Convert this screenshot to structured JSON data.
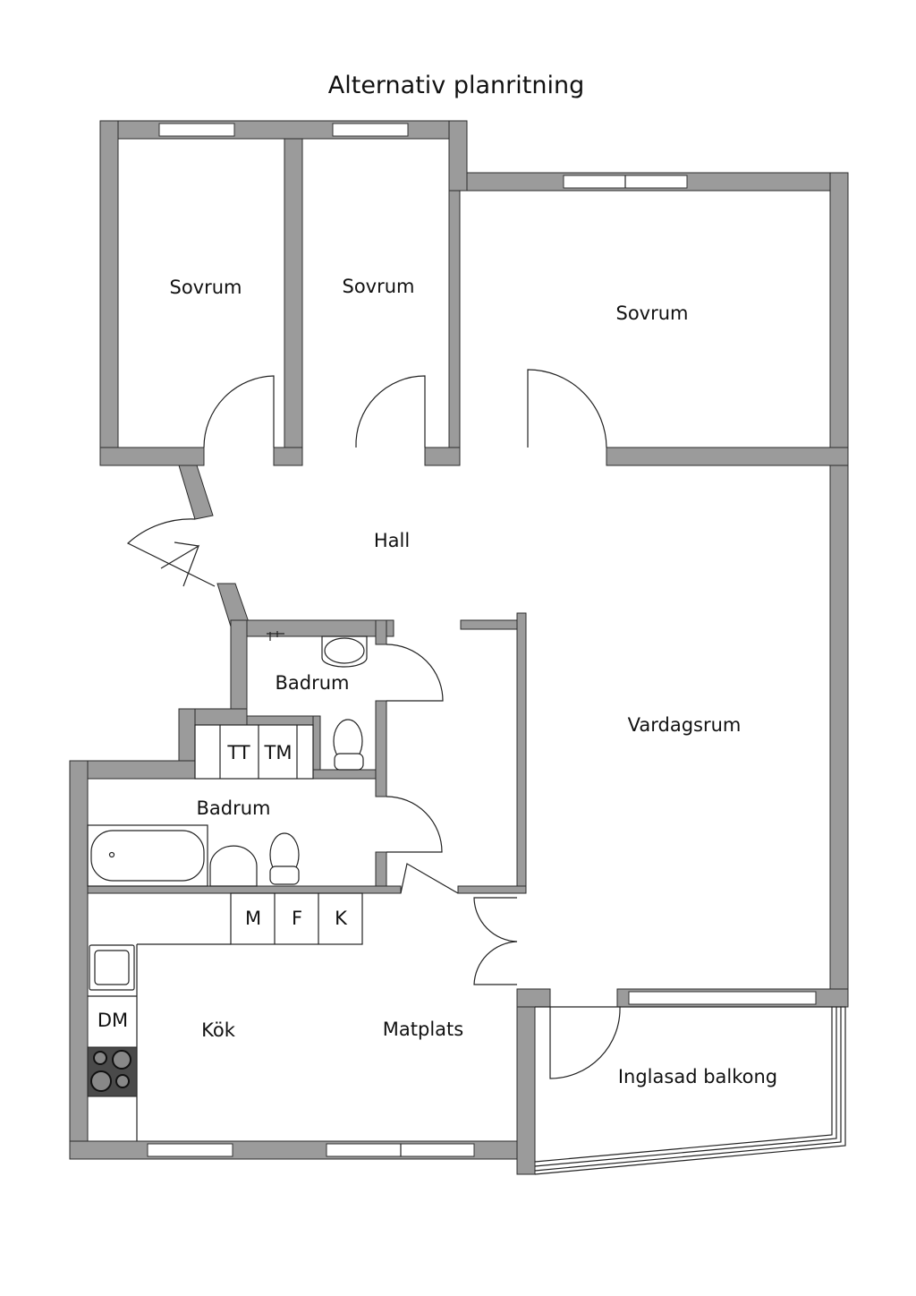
{
  "title": "Alternativ planritning",
  "rooms": {
    "bedroom_1": "Sovrum",
    "bedroom_2": "Sovrum",
    "bedroom_3": "Sovrum",
    "hall": "Hall",
    "bathroom_1": "Badrum",
    "bathroom_2": "Badrum",
    "living_room": "Vardagsrum",
    "kitchen": "Kök",
    "dining": "Matplats",
    "balcony": "Inglasad balkong"
  },
  "fixtures": {
    "tt": "TT",
    "tm": "TM",
    "m": "M",
    "f": "F",
    "k": "K",
    "dm": "DM"
  },
  "colors": {
    "wall": "#9b9b9b",
    "outline": "#2b2b2b"
  }
}
